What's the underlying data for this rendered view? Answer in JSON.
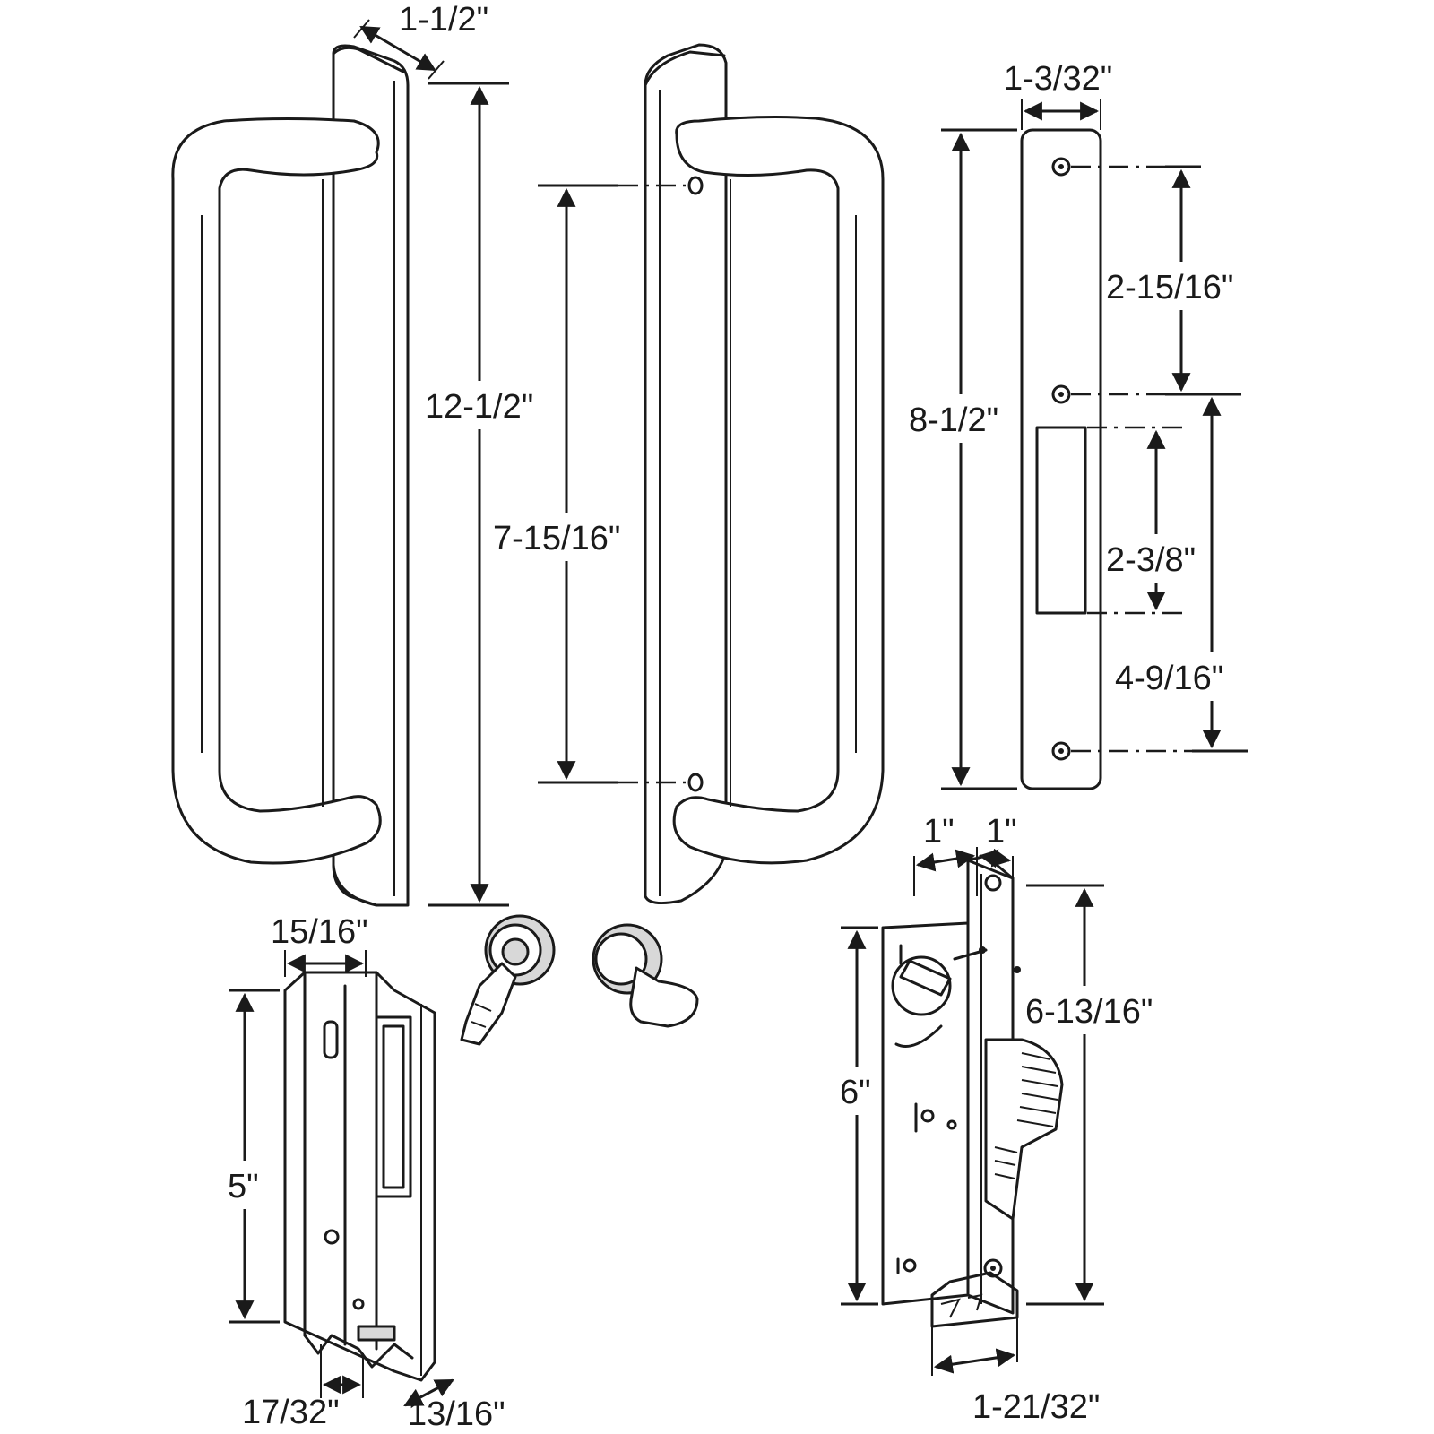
{
  "dimensions": {
    "handle_width": "1-1/2\"",
    "handle_length": "12-1/2\"",
    "hole_spacing": "7-15/16\"",
    "plate_width": "1-3/32\"",
    "plate_length": "8-1/2\"",
    "upper_hole_spacing": "2-15/16\"",
    "slot_length": "2-3/8\"",
    "lower_hole_spacing": "4-9/16\"",
    "keeper_width": "15/16\"",
    "keeper_height": "5\"",
    "keeper_bottom_left": "17/32\"",
    "keeper_bottom_right": "13/16\"",
    "lock_face_left": "1\"",
    "lock_face_right": "1\"",
    "lock_body_height": "6\"",
    "lock_face_height": "6-13/16\"",
    "lock_depth": "1-21/32\""
  }
}
